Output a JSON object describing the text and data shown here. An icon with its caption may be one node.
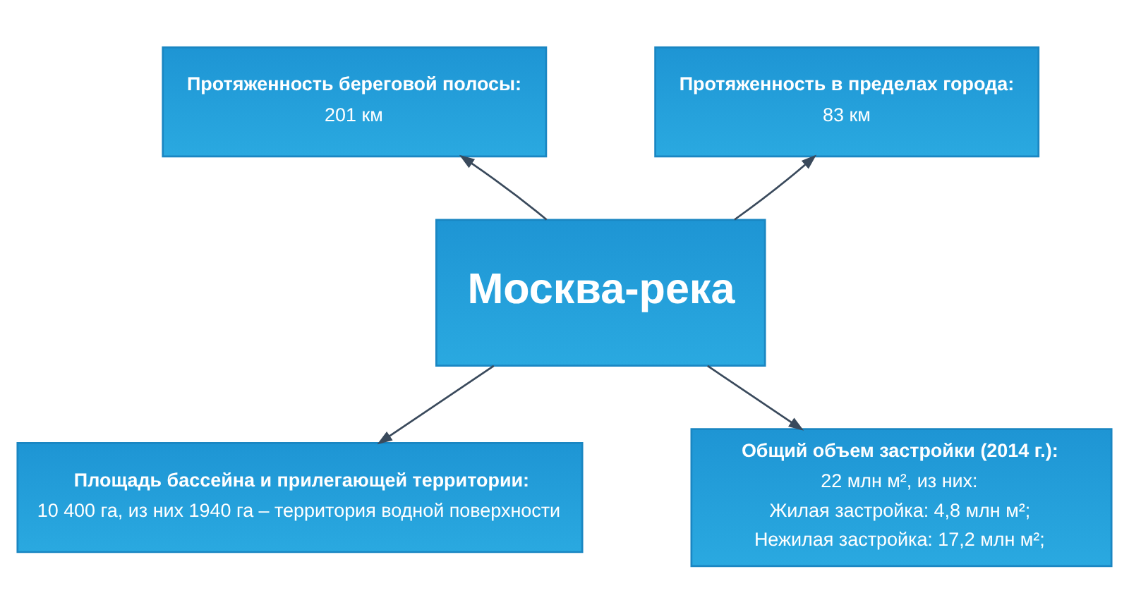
{
  "diagram": {
    "nodes": [
      {
        "text": [
          "Москва-река"
        ]
      },
      {
        "text": [
          "Протяженность береговой полосы:",
          "201 км"
        ]
      },
      {
        "text": [
          "Протяженность в пределах города:",
          "83 км"
        ]
      },
      {
        "text": [
          "Площадь бассейна и прилегающей территории:",
          "10 400 га, из них 1940 га – территория водной поверхности"
        ]
      },
      {
        "text": [
          "Общий объем застройки (2014 г.):",
          "22 млн м², из них:",
          "Жилая застройка: 4,8 млн м²;",
          "Нежилая застройка: 17,2 млн м²;"
        ]
      }
    ],
    "edges": [
      {
        "from": 0,
        "to": 1,
        "arrow": "to"
      },
      {
        "from": 0,
        "to": 2,
        "arrow": "to"
      },
      {
        "from": 0,
        "to": 3,
        "arrow": "to"
      },
      {
        "from": 0,
        "to": 4,
        "arrow": "to"
      }
    ]
  }
}
